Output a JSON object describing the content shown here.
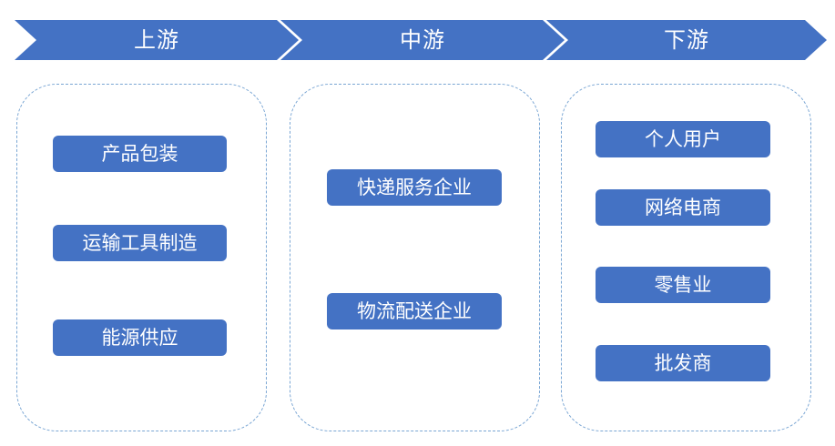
{
  "colors": {
    "primary": "#4472c4",
    "panel_border": "#7aa6d4",
    "text_on_primary": "#ffffff"
  },
  "stages": [
    {
      "title": "上游",
      "items": [
        "产品包装",
        "运输工具制造",
        "能源供应"
      ]
    },
    {
      "title": "中游",
      "items": [
        "快递服务企业",
        "物流配送企业"
      ]
    },
    {
      "title": "下游",
      "items": [
        "个人用户",
        "网络电商",
        "零售业",
        "批发商"
      ]
    }
  ]
}
